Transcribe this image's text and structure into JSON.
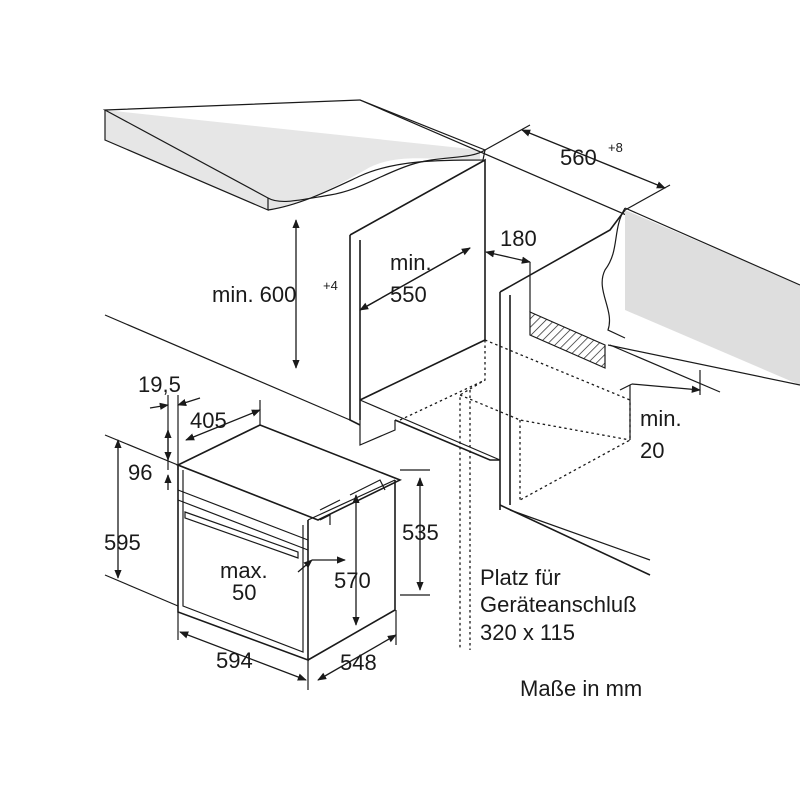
{
  "dimensions": {
    "width_niche_main": "560",
    "width_niche_sup": "+8",
    "height_niche_main": "min. 600",
    "height_niche_sup": "+4",
    "depth_min_line1": "min.",
    "depth_min_line2": "550",
    "vent_depth": "180",
    "gap_line1": "min.",
    "gap_line2": "20",
    "front_offset": "19,5",
    "top_depth": "405",
    "handle_offset": "96",
    "total_height": "595",
    "body_height": "535",
    "inner_height": "570",
    "handle_line1": "max.",
    "handle_line2": "50",
    "width": "594",
    "depth": "548"
  },
  "notes": {
    "connection_line1": "Platz für",
    "connection_line2": "Geräteanschluß",
    "connection_line3": "320 x 115",
    "units": "Maße in mm"
  }
}
